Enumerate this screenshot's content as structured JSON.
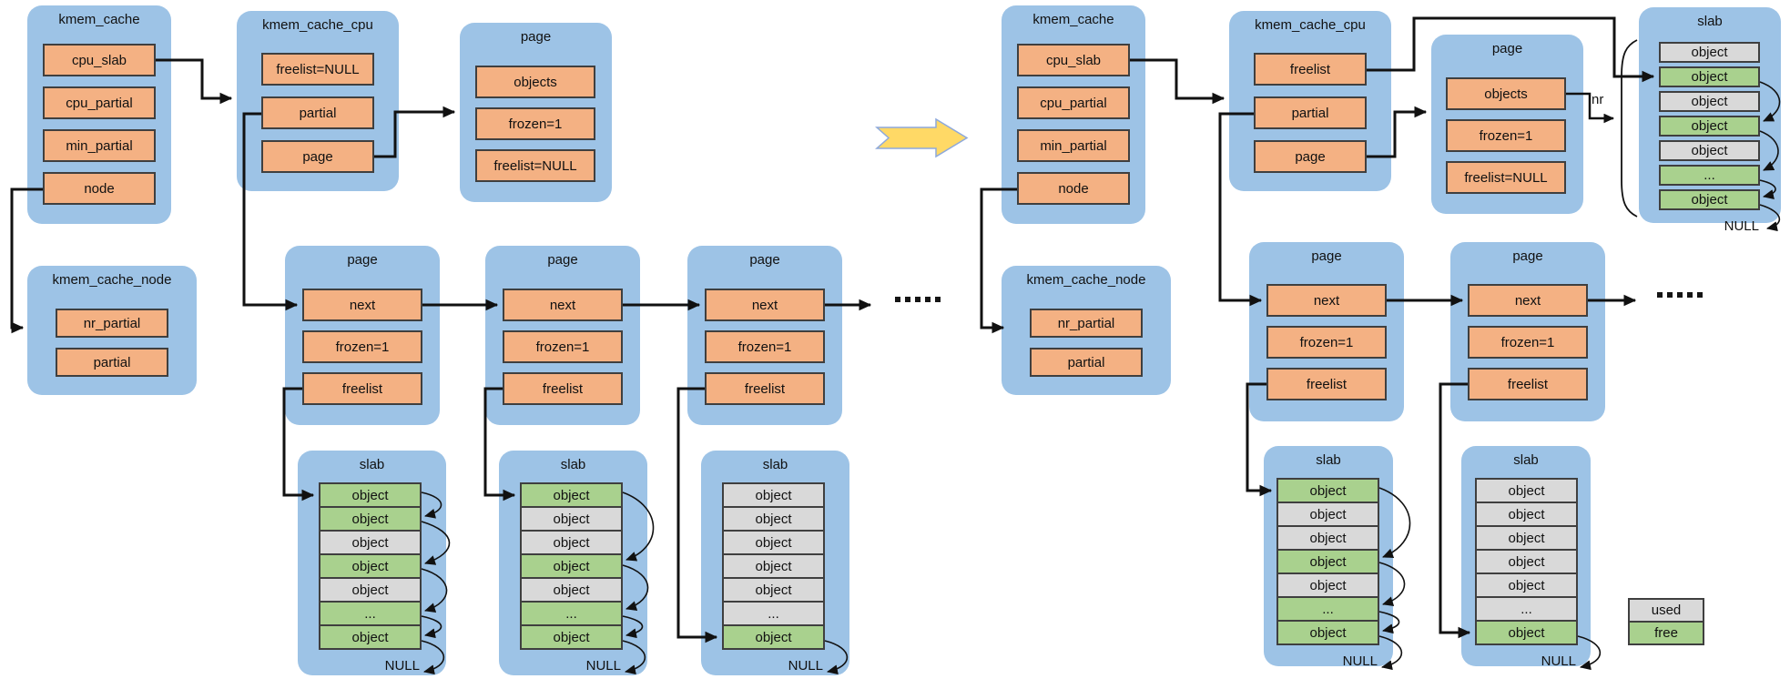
{
  "misc": {
    "null_label": "NULL",
    "nr_label": "nr",
    "ellipsis": "......"
  },
  "legend": {
    "items": [
      {
        "label": "used",
        "state": "used"
      },
      {
        "label": "free",
        "state": "free"
      }
    ]
  },
  "left": {
    "kmem_cache": {
      "title": "kmem_cache",
      "fields": [
        "cpu_slab",
        "cpu_partial",
        "min_partial",
        "node"
      ]
    },
    "kmem_cache_cpu": {
      "title": "kmem_cache_cpu",
      "fields": [
        "freelist=NULL",
        "partial",
        "page"
      ]
    },
    "cpu_page": {
      "title": "page",
      "fields": [
        "objects",
        "frozen=1",
        "freelist=NULL"
      ]
    },
    "kmem_cache_node": {
      "title": "kmem_cache_node",
      "fields": [
        "nr_partial",
        "partial"
      ]
    },
    "pages": [
      {
        "title": "page",
        "fields": [
          "next",
          "frozen=1",
          "freelist"
        ]
      },
      {
        "title": "page",
        "fields": [
          "next",
          "frozen=1",
          "freelist"
        ]
      },
      {
        "title": "page",
        "fields": [
          "next",
          "frozen=1",
          "freelist"
        ]
      }
    ],
    "slabs": [
      {
        "title": "slab",
        "objects": [
          {
            "label": "object",
            "state": "free"
          },
          {
            "label": "object",
            "state": "free"
          },
          {
            "label": "object",
            "state": "used"
          },
          {
            "label": "object",
            "state": "free"
          },
          {
            "label": "object",
            "state": "used"
          },
          {
            "label": "...",
            "state": "free"
          },
          {
            "label": "object",
            "state": "free"
          }
        ]
      },
      {
        "title": "slab",
        "objects": [
          {
            "label": "object",
            "state": "free"
          },
          {
            "label": "object",
            "state": "used"
          },
          {
            "label": "object",
            "state": "used"
          },
          {
            "label": "object",
            "state": "free"
          },
          {
            "label": "object",
            "state": "used"
          },
          {
            "label": "...",
            "state": "free"
          },
          {
            "label": "object",
            "state": "free"
          }
        ]
      },
      {
        "title": "slab",
        "objects": [
          {
            "label": "object",
            "state": "used"
          },
          {
            "label": "object",
            "state": "used"
          },
          {
            "label": "object",
            "state": "used"
          },
          {
            "label": "object",
            "state": "used"
          },
          {
            "label": "object",
            "state": "used"
          },
          {
            "label": "...",
            "state": "used"
          },
          {
            "label": "object",
            "state": "free"
          }
        ]
      }
    ]
  },
  "right": {
    "kmem_cache": {
      "title": "kmem_cache",
      "fields": [
        "cpu_slab",
        "cpu_partial",
        "min_partial",
        "node"
      ]
    },
    "kmem_cache_cpu": {
      "title": "kmem_cache_cpu",
      "fields": [
        "freelist",
        "partial",
        "page"
      ]
    },
    "cpu_page": {
      "title": "page",
      "fields": [
        "objects",
        "frozen=1",
        "freelist=NULL"
      ]
    },
    "cpu_slab": {
      "title": "slab",
      "objects": [
        {
          "label": "object",
          "state": "used"
        },
        {
          "label": "object",
          "state": "free"
        },
        {
          "label": "object",
          "state": "used"
        },
        {
          "label": "object",
          "state": "free"
        },
        {
          "label": "object",
          "state": "used"
        },
        {
          "label": "...",
          "state": "free"
        },
        {
          "label": "object",
          "state": "free"
        }
      ]
    },
    "kmem_cache_node": {
      "title": "kmem_cache_node",
      "fields": [
        "nr_partial",
        "partial"
      ]
    },
    "pages": [
      {
        "title": "page",
        "fields": [
          "next",
          "frozen=1",
          "freelist"
        ]
      },
      {
        "title": "page",
        "fields": [
          "next",
          "frozen=1",
          "freelist"
        ]
      }
    ],
    "slabs": [
      {
        "title": "slab",
        "objects": [
          {
            "label": "object",
            "state": "free"
          },
          {
            "label": "object",
            "state": "used"
          },
          {
            "label": "object",
            "state": "used"
          },
          {
            "label": "object",
            "state": "free"
          },
          {
            "label": "object",
            "state": "used"
          },
          {
            "label": "...",
            "state": "free"
          },
          {
            "label": "object",
            "state": "free"
          }
        ]
      },
      {
        "title": "slab",
        "objects": [
          {
            "label": "object",
            "state": "used"
          },
          {
            "label": "object",
            "state": "used"
          },
          {
            "label": "object",
            "state": "used"
          },
          {
            "label": "object",
            "state": "used"
          },
          {
            "label": "object",
            "state": "used"
          },
          {
            "label": "...",
            "state": "used"
          },
          {
            "label": "object",
            "state": "free"
          }
        ]
      }
    ]
  },
  "colors": {
    "container_blue": "#9DC3E6",
    "field_orange": "#F4B183",
    "object_used_gray": "#D9D9D9",
    "object_free_green": "#A9D18E",
    "transition_arrow_yellow": "#FFD966",
    "connector_black": "#111111"
  }
}
